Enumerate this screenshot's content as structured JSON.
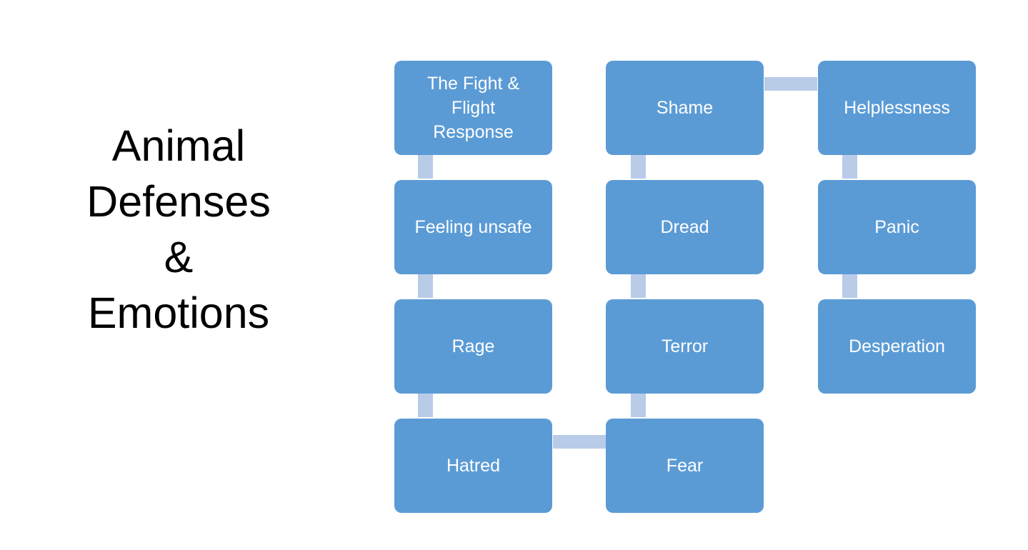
{
  "title": {
    "lines": [
      "Animal",
      "Defenses",
      "&",
      "Emotions"
    ]
  },
  "diagram": {
    "nodes": [
      {
        "id": "fight-flight",
        "label": "The Fight & Flight Response",
        "lines": [
          "The Fight &",
          "Flight",
          "Response"
        ]
      },
      {
        "id": "feeling-unsafe",
        "label": "Feeling unsafe"
      },
      {
        "id": "rage",
        "label": "Rage"
      },
      {
        "id": "hatred",
        "label": "Hatred"
      },
      {
        "id": "fear",
        "label": "Fear"
      },
      {
        "id": "terror",
        "label": "Terror"
      },
      {
        "id": "dread",
        "label": "Dread"
      },
      {
        "id": "shame",
        "label": "Shame"
      },
      {
        "id": "helplessness",
        "label": "Helplessness"
      },
      {
        "id": "panic",
        "label": "Panic"
      },
      {
        "id": "desperation",
        "label": "Desperation"
      }
    ],
    "edges": [
      [
        "fight-flight",
        "feeling-unsafe"
      ],
      [
        "feeling-unsafe",
        "rage"
      ],
      [
        "rage",
        "hatred"
      ],
      [
        "hatred",
        "fear"
      ],
      [
        "fear",
        "terror"
      ],
      [
        "terror",
        "dread"
      ],
      [
        "dread",
        "shame"
      ],
      [
        "shame",
        "helplessness"
      ],
      [
        "helplessness",
        "panic"
      ],
      [
        "panic",
        "desperation"
      ]
    ],
    "colors": {
      "node_fill": "#5b9bd5",
      "node_text": "#ffffff",
      "connector": "#b8cce8"
    }
  }
}
